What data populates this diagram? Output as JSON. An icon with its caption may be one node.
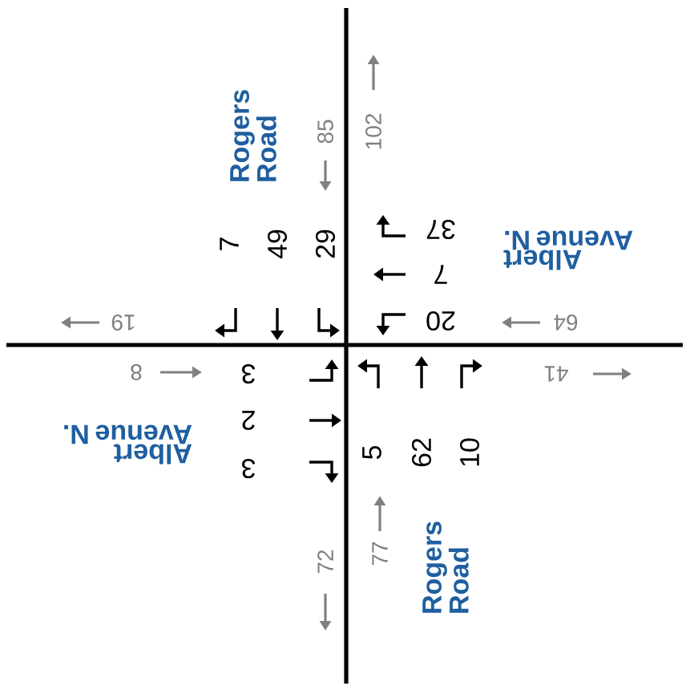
{
  "diagram": {
    "labels": [
      "Rogers Road",
      "85",
      "102",
      "Albert Avenue N.",
      "7",
      "49",
      "29",
      "37",
      "7",
      "20",
      "19",
      "64",
      "8",
      "3",
      "41",
      "2",
      "Albert Avenue N.",
      "3",
      "5",
      "62",
      "10",
      "77",
      "72",
      "Rogers Road"
    ]
  }
}
